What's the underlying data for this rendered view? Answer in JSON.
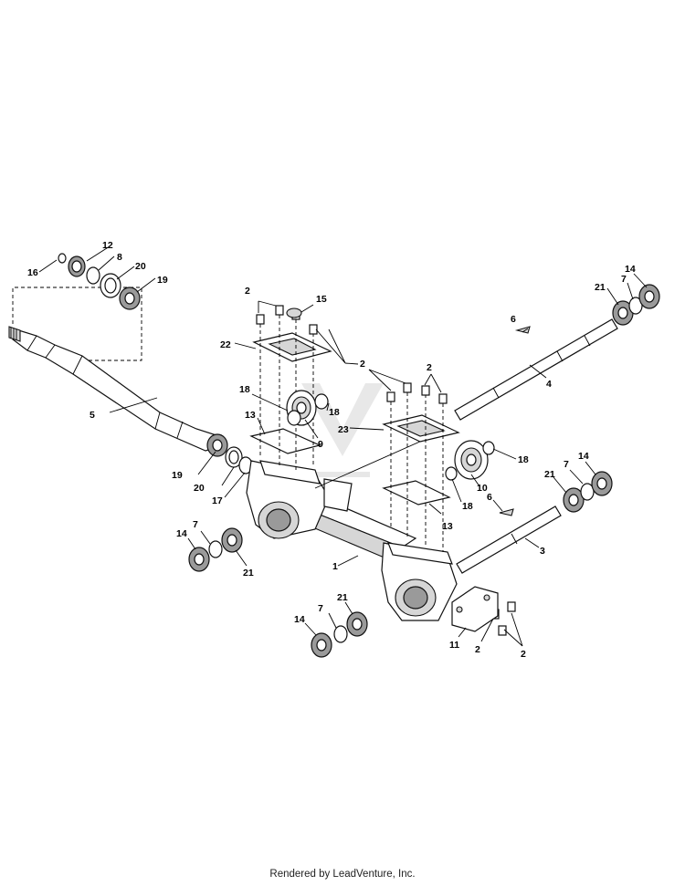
{
  "footer": {
    "text": "Rendered by LeadVenture, Inc."
  },
  "callouts": {
    "c1": "1",
    "c2a": "2",
    "c2b": "2",
    "c2c": "2",
    "c2d": "2",
    "c2e": "2",
    "c3": "3",
    "c4": "4",
    "c5": "5",
    "c6a": "6",
    "c6b": "6",
    "c7a": "7",
    "c7b": "7",
    "c7c": "7",
    "c8": "8",
    "c9": "9",
    "c10": "10",
    "c11": "11",
    "c12": "12",
    "c13a": "13",
    "c13b": "13",
    "c14a": "14",
    "c14b": "14",
    "c14c": "14",
    "c14d": "14",
    "c15": "15",
    "c16": "16",
    "c17": "17",
    "c18a": "18",
    "c18b": "18",
    "c18c": "18",
    "c18d": "18",
    "c19a": "19",
    "c19b": "19",
    "c20a": "20",
    "c20b": "20",
    "c21a": "21",
    "c21b": "21",
    "c21c": "21",
    "c21d": "21",
    "c22": "22",
    "c23": "23"
  }
}
